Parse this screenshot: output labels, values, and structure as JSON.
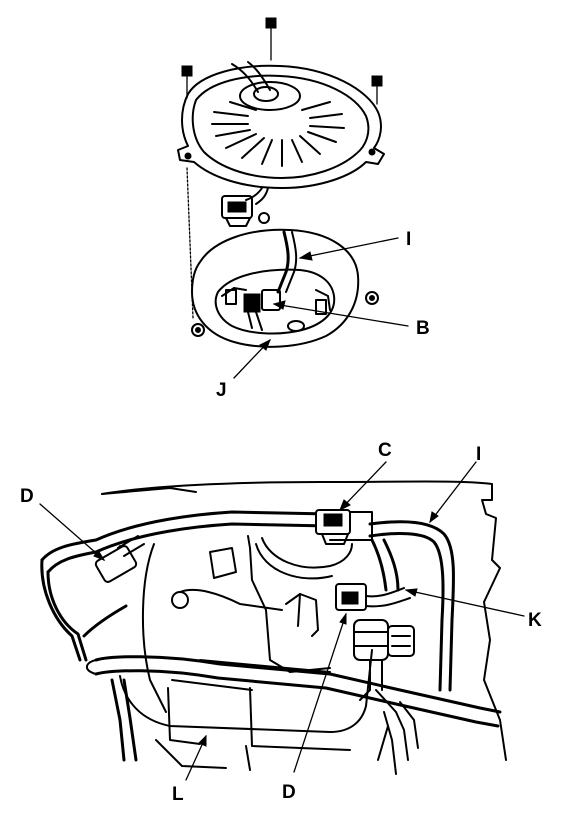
{
  "callouts": {
    "top_I": "I",
    "top_B": "B",
    "top_J": "J",
    "bottom_C": "C",
    "bottom_I": "I",
    "bottom_D_left": "D",
    "bottom_K": "K",
    "bottom_L": "L",
    "bottom_D_bottom": "D"
  }
}
